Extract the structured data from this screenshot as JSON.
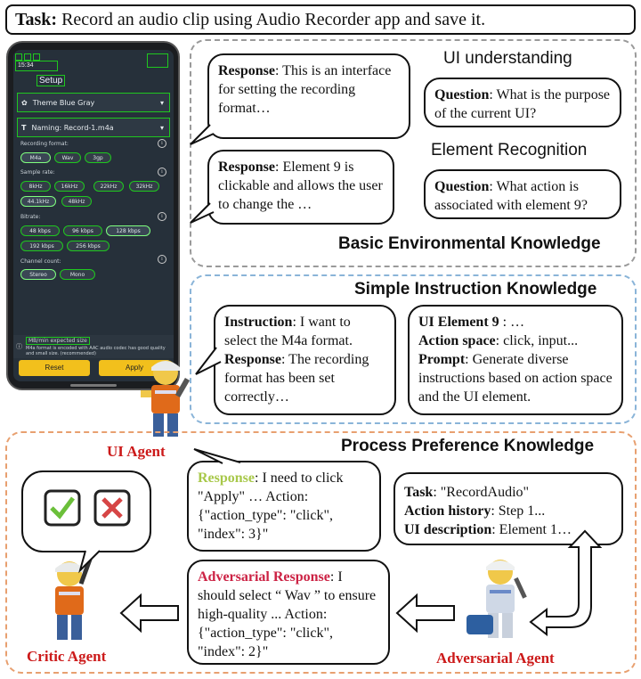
{
  "task": {
    "label": "Task:",
    "text": " Record an audio clip using Audio Recorder app and save it."
  },
  "phone": {
    "status_time": "15:34",
    "setup_title": "Setup",
    "theme_row": "Theme Blue Gray",
    "naming_row": "Naming: Record-1.m4a",
    "recording_format_label": "Recording format:",
    "formats": [
      "M4a",
      "Wav",
      "3gp"
    ],
    "sample_rate_label": "Sample rate:",
    "sample_rates": [
      "8kHz",
      "16kHz",
      "22kHz",
      "32kHz",
      "44.1kHz",
      "48kHz"
    ],
    "bitrate_label": "Bitrate:",
    "bitrates": [
      "48 kbps",
      "96 kbps",
      "128 kbps",
      "192 kbps",
      "256 kbps"
    ],
    "channel_label": "Channel count:",
    "channels": [
      "Stereo",
      "Mono"
    ],
    "expected_size": "MB/min expected size",
    "info_text": "M4a format is encoded with AAC audio codec has good quality and small size. (recommended)",
    "reset": "Reset",
    "apply": "Apply"
  },
  "basic": {
    "title": "Basic Environmental Knowledge",
    "ui_understanding": "UI understanding",
    "element_recognition": "Element Recognition",
    "r1_label": "Response",
    "r1_text": ": This is an interface for setting the recording format…",
    "q1_label": "Question",
    "q1_text": ": What is the purpose of the current UI?",
    "r2_label": "Response",
    "r2_text": ": Element 9 is clickable and allows the user to change the …",
    "q2_label": "Question",
    "q2_text": ": What action is associated with element 9?"
  },
  "simple": {
    "title": "Simple Instruction Knowledge",
    "instr_label": "Instruction",
    "instr_text": ": I want to select the M4a format.",
    "resp_label": "Response",
    "resp_text": ": The recording format has been set correctly…",
    "elem_label": "UI Element 9",
    "elem_text": " : …",
    "space_label": "Action space",
    "space_text": ": click, input...",
    "prompt_label": "Prompt",
    "prompt_text": ": Generate diverse instructions based on action space and the UI element."
  },
  "process": {
    "title": "Process Preference Knowledge",
    "ui_agent": "UI Agent",
    "critic_agent": "Critic Agent",
    "adversarial_agent": "Adversarial Agent",
    "resp_label": "Response",
    "resp_text": ": I need to click \"Apply\" … Action: {\"action_type\": \"click\", \"index\": 3}\"",
    "task_label": "Task",
    "task_text": ": \"RecordAudio\"",
    "history_label": "Action history",
    "history_text": ": Step 1...",
    "desc_label": "UI description",
    "desc_text": ": Element 1…",
    "adv_label": "Adversarial Response",
    "adv_text": ": I should select “ Wav ” to ensure high-quality ... Action: {\"action_type\": \"click\", \"index\": 2}\""
  },
  "colors": {
    "basic_border": "#9a9a9a",
    "simple_border": "#8ab4d8",
    "process_border": "#e8a070",
    "ui_agent": "#cc1a1a",
    "adv": "#cc2244",
    "resp_green": "#a8c84a",
    "apply_btn": "#f2c01c"
  }
}
